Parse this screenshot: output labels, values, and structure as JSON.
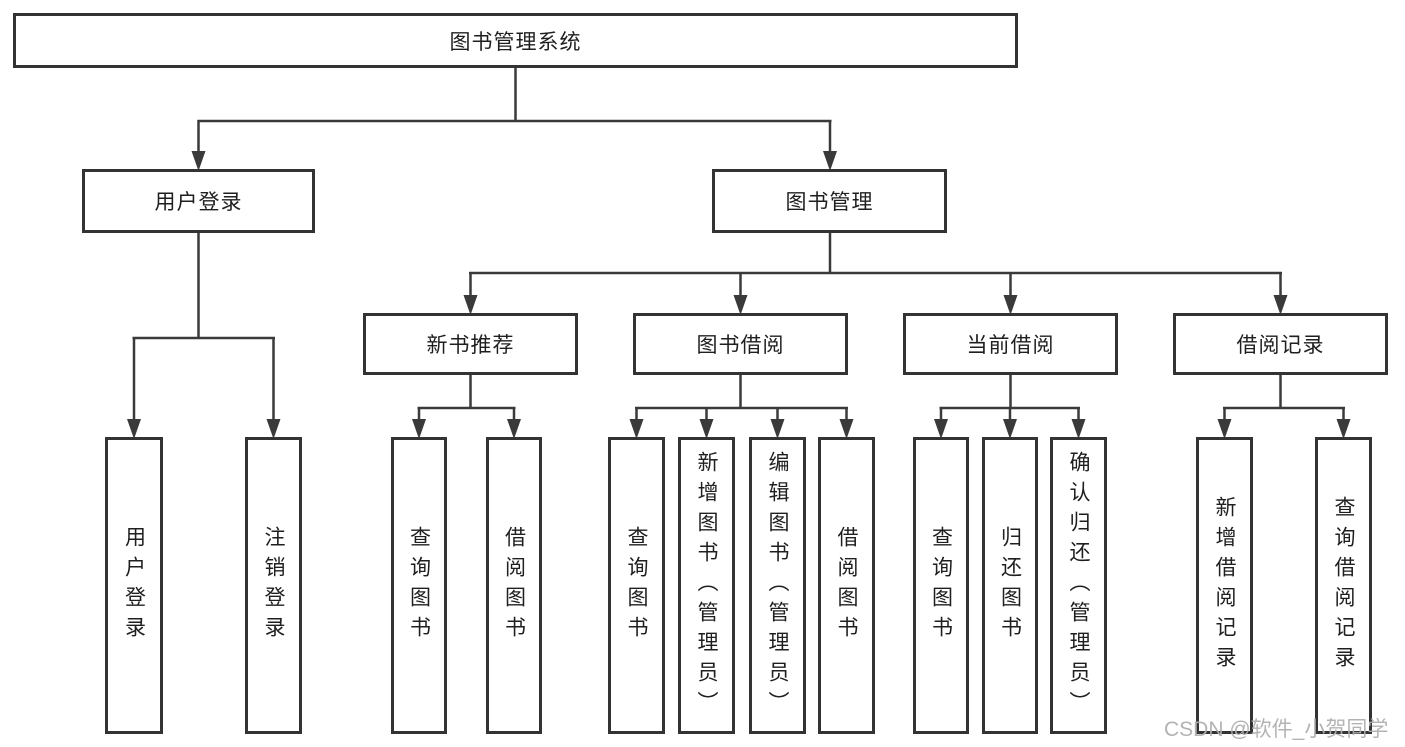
{
  "diagram": {
    "root": {
      "label": "图书管理系统"
    },
    "branches": [
      {
        "label": "用户登录",
        "children": [
          {
            "label": "用户登录"
          },
          {
            "label": "注销登录"
          }
        ]
      },
      {
        "label": "图书管理",
        "children": [
          {
            "label": "新书推荐",
            "children": [
              {
                "label": "查询图书"
              },
              {
                "label": "借阅图书"
              }
            ]
          },
          {
            "label": "图书借阅",
            "children": [
              {
                "label": "查询图书"
              },
              {
                "label": "新增图书（管理员）"
              },
              {
                "label": "编辑图书（管理员）"
              },
              {
                "label": "借阅图书"
              }
            ]
          },
          {
            "label": "当前借阅",
            "children": [
              {
                "label": "查询图书"
              },
              {
                "label": "归还图书"
              },
              {
                "label": "确认归还（管理员）"
              }
            ]
          },
          {
            "label": "借阅记录",
            "children": [
              {
                "label": "新增借阅记录"
              },
              {
                "label": "查询借阅记录"
              }
            ]
          }
        ]
      }
    ]
  },
  "colors": {
    "line": "#3a3a3a",
    "box_border": "#333333",
    "text": "#1f1f1f",
    "watermark": "#afafaf",
    "background": "#ffffff"
  },
  "watermark": {
    "text": "CSDN @软件_小贺同学"
  }
}
